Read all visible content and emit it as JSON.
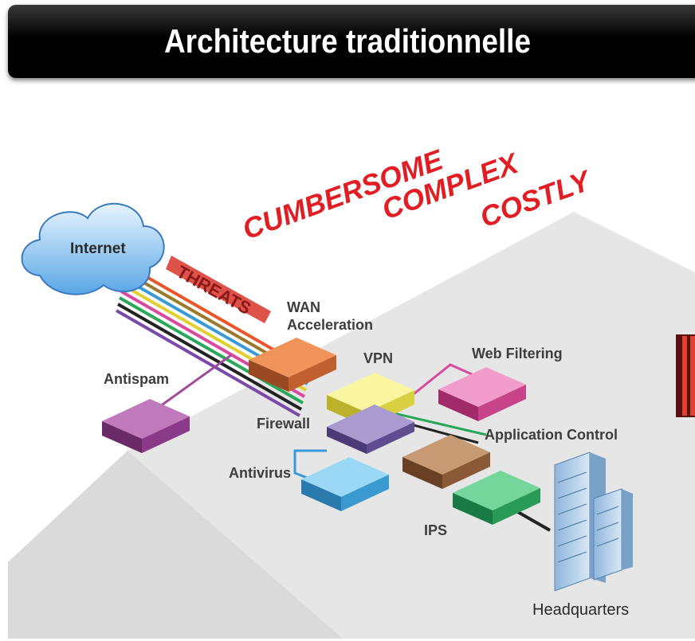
{
  "title": "Architecture traditionnelle",
  "slogans": [
    "CUMBERSOME",
    "COMPLEX",
    "COSTLY"
  ],
  "threats_label": "THREATS",
  "cloud_label": "Internet",
  "devices": {
    "wan": "WAN\nAcceleration",
    "vpn": "VPN",
    "web_filtering": "Web Filtering",
    "antispam": "Antispam",
    "firewall": "Firewall",
    "application_control": "Application Control",
    "antivirus": "Antivirus",
    "ips": "IPS"
  },
  "headquarters_label": "Headquarters",
  "colors": {
    "slogan": "#e01e24",
    "wan": "#e0703a",
    "vpn": "#f2ee57",
    "web_filtering": "#e05aa8",
    "antispam": "#a04a9c",
    "firewall": "#7a6aa8",
    "application_control": "#9a6a44",
    "antivirus": "#4ab6e8",
    "ips": "#2ea860"
  }
}
